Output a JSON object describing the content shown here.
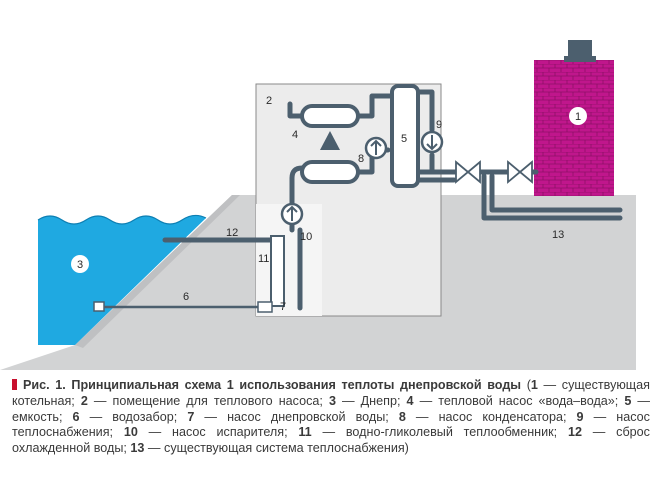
{
  "diagram": {
    "labels": {
      "l1": "1",
      "l2": "2",
      "l3": "3",
      "l4": "4",
      "l5": "5",
      "l6": "6",
      "l7": "7",
      "l8": "8",
      "l9": "9",
      "l10": "10",
      "l11": "11",
      "l12": "12",
      "l13": "13"
    },
    "colors": {
      "ground": "#d2d3d4",
      "water": "#1fa9e1",
      "brick": "#c0168c",
      "pipe": "#4c5f6e",
      "room": "#ececec"
    }
  },
  "caption": {
    "title": "Рис. 1. Принципиальная схема 1 использования теплоты днепровской воды",
    "open": " (",
    "items": [
      {
        "num": "1",
        "text": " — существующая котельная; "
      },
      {
        "num": "2",
        "text": " — помещение для теплового насоса; "
      },
      {
        "num": "3",
        "text": " — Днепр; "
      },
      {
        "num": "4",
        "text": " — тепловой насос «вода–вода»; "
      },
      {
        "num": "5",
        "text": " — емкость; "
      },
      {
        "num": "6",
        "text": " — водозабор; "
      },
      {
        "num": "7",
        "text": " — насос днепровской воды; "
      },
      {
        "num": "8",
        "text": " — насос конденсатора; "
      },
      {
        "num": "9",
        "text": " — насос теплоснабжения; "
      },
      {
        "num": "10",
        "text": " — насос испарителя; "
      },
      {
        "num": "11",
        "text": " — водно-гликолевый теплообменник; "
      },
      {
        "num": "12",
        "text": " — сброс охлажденной воды; "
      },
      {
        "num": "13",
        "text": " — существующая система теплоснабжения)"
      }
    ]
  }
}
